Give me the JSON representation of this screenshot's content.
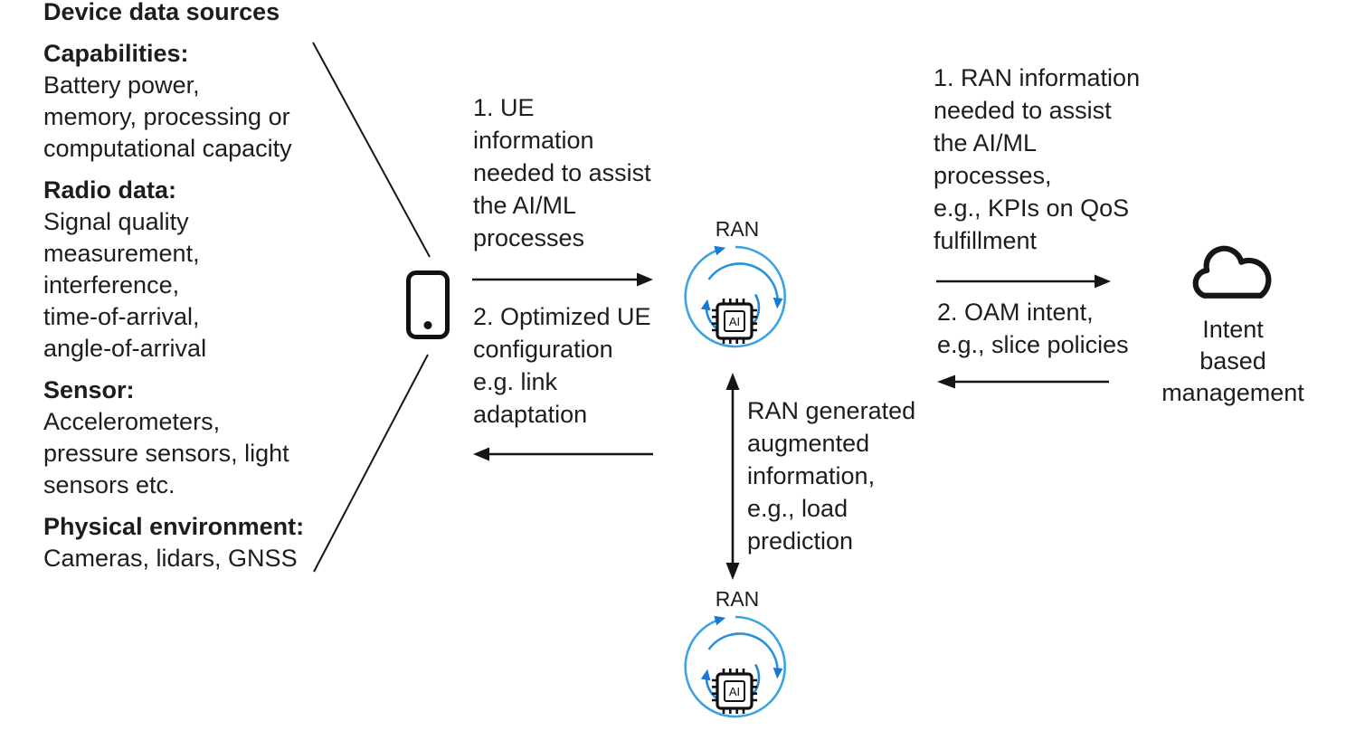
{
  "left_panel": {
    "title": "Device data sources",
    "sections": [
      {
        "heading": "Capabilities:",
        "body": "Battery power,\nmemory, processing or\ncomputational capacity"
      },
      {
        "heading": "Radio data:",
        "body": "Signal quality\nmeasurement,\ninterference,\ntime-of-arrival,\nangle-of-arrival"
      },
      {
        "heading": "Sensor:",
        "body": "Accelerometers,\npressure sensors, light\nsensors etc."
      },
      {
        "heading": "Physical environment:",
        "body": "Cameras, lidars, GNSS"
      }
    ]
  },
  "flows": {
    "ue_to_ran": "1. UE\ninformation\nneeded to assist\nthe AI/ML\nprocesses",
    "ran_to_ue": "2. Optimized UE\nconfiguration\ne.g. link\nadaptation",
    "ran_to_intent": "1. RAN information\nneeded to assist\nthe AI/ML\nprocesses,\ne.g., KPIs on QoS\nfulfillment",
    "intent_to_ran": "2. OAM intent,\ne.g., slice policies",
    "ran_to_ran": "RAN generated\naugmented\ninformation,\ne.g., load\nprediction"
  },
  "nodes": {
    "ran_top": {
      "label": "RAN",
      "chip_label": "AI"
    },
    "ran_bottom": {
      "label": "RAN",
      "chip_label": "AI"
    },
    "intent_management": {
      "label": "Intent\nbased\nmanagement"
    }
  },
  "icons": {
    "device": "smartphone-outline",
    "ran": "ai-chip-with-circular-arrows",
    "management": "cloud-outline"
  },
  "colors": {
    "text": "#1d1d1d",
    "line": "#161616",
    "ran_arc_blue": "#2f9de0",
    "ran_arrowhead_blue": "#1878d2"
  }
}
